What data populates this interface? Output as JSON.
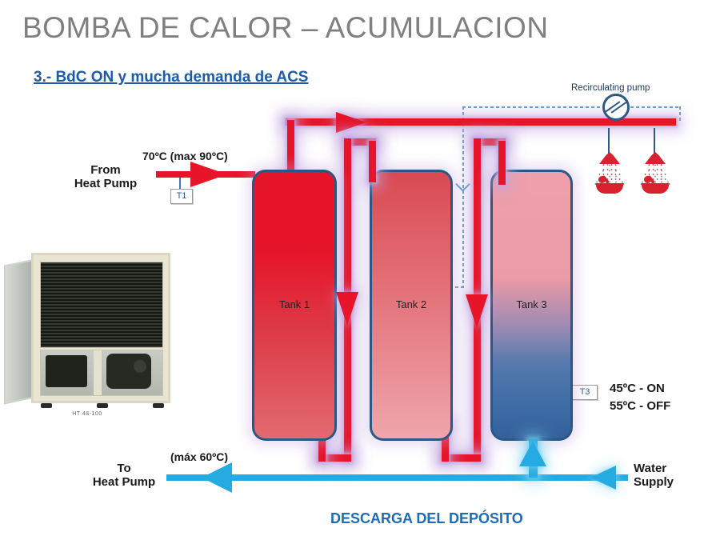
{
  "slide": {
    "title": "BOMBA DE CALOR – ACUMULACION",
    "subtitle": "3.- BdC ON y mucha demanda de ACS",
    "footer": "DESCARGA DEL DEPÓSITO"
  },
  "diagram": {
    "from_heat_pump": "From\nHeat Pump",
    "supply_temp": "70ºC (max 90ºC)",
    "sensor_t1": "T1",
    "recirculating_pump": "Recirculating pump",
    "tanks": [
      {
        "name": "Tank 1"
      },
      {
        "name": "Tank 2"
      },
      {
        "name": "Tank 3"
      }
    ],
    "sensor_t3": "T3",
    "setpoint_on": "45ºC - ON",
    "setpoint_off": "55ºC - OFF",
    "to_heat_pump": "To\nHeat Pump",
    "return_temp": "(máx 60ºC)",
    "water_supply": "Water\nSupply",
    "unit_model": "HT 48-100"
  },
  "colors": {
    "hot_pipe": "#e6152a",
    "cold_pipe": "#25aae1",
    "pipe_glow": "#c4a8e2",
    "tank_border": "#2a5784",
    "title_gray": "#7f7f7f",
    "heading_blue": "#1d5aa8",
    "footer_blue": "#1e6cb5",
    "control_dash_blue": "#5b9bd5",
    "pump_navy": "#17375e"
  }
}
